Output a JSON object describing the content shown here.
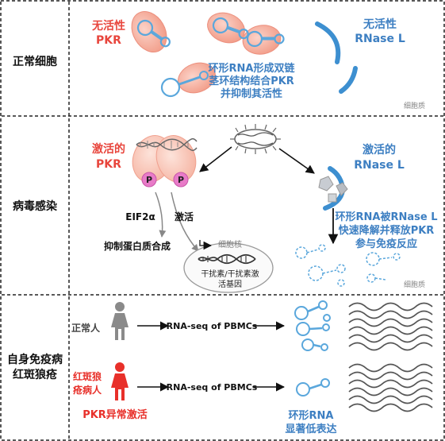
{
  "rows": {
    "normal": "正常细胞",
    "infection": "病毒感染",
    "autoimmune_line1": "自身免疫病",
    "autoimmune_line2": "红斑狼疮"
  },
  "normal_cell": {
    "inactive_pkr_line1": "无活性",
    "inactive_pkr_line2": "PKR",
    "inactive_rnase_line1": "无活性",
    "inactive_rnase_line2": "RNase L",
    "caption_line1": "环形RNA形成双链",
    "caption_line2": "茎环结构结合PKR",
    "caption_line3": "并抑制其活性",
    "cytoplasm": "细胞质"
  },
  "infection": {
    "active_pkr_line1": "激活的",
    "active_pkr_line2": "PKR",
    "p_label": "P",
    "eif2a": "EIF2α",
    "activate": "激活",
    "inhibit_protein": "抑制蛋白质合成",
    "nucleus": "细胞核",
    "interferon_line1": "干扰素/干扰素激",
    "interferon_line2": "活基因",
    "active_rnase_line1": "激活的",
    "active_rnase_line2": "RNase L",
    "caption_line1": "环形RNA被RNase L",
    "caption_line2": "快速降解并释放PKR",
    "caption_line3": "参与免疫反应",
    "cytoplasm": "细胞质"
  },
  "autoimmune": {
    "normal_person": "正常人",
    "rnaseq1": "RNA-seq of PBMCs",
    "patient_line1": "红斑狼",
    "patient_line2": "疮病人",
    "rnaseq2": "RNA-seq of PBMCs",
    "pkr_abnormal": "PKR异常激活",
    "circrna_line1": "环形RNA",
    "circrna_line2": "显著低表达"
  },
  "colors": {
    "red": "#e8453c",
    "pkr_fill": "#f5a99a",
    "blue": "#3d7fc2",
    "light_blue": "#5aa7dc",
    "gray_text": "#888888",
    "person_gray": "#8a8a8a",
    "person_red": "#e8302a",
    "p_pink": "#e87bc8"
  },
  "icons": [
    "person-icon",
    "virus-icon",
    "dna-icon",
    "circrna-icon",
    "rnase-l-icon",
    "pkr-icon"
  ]
}
